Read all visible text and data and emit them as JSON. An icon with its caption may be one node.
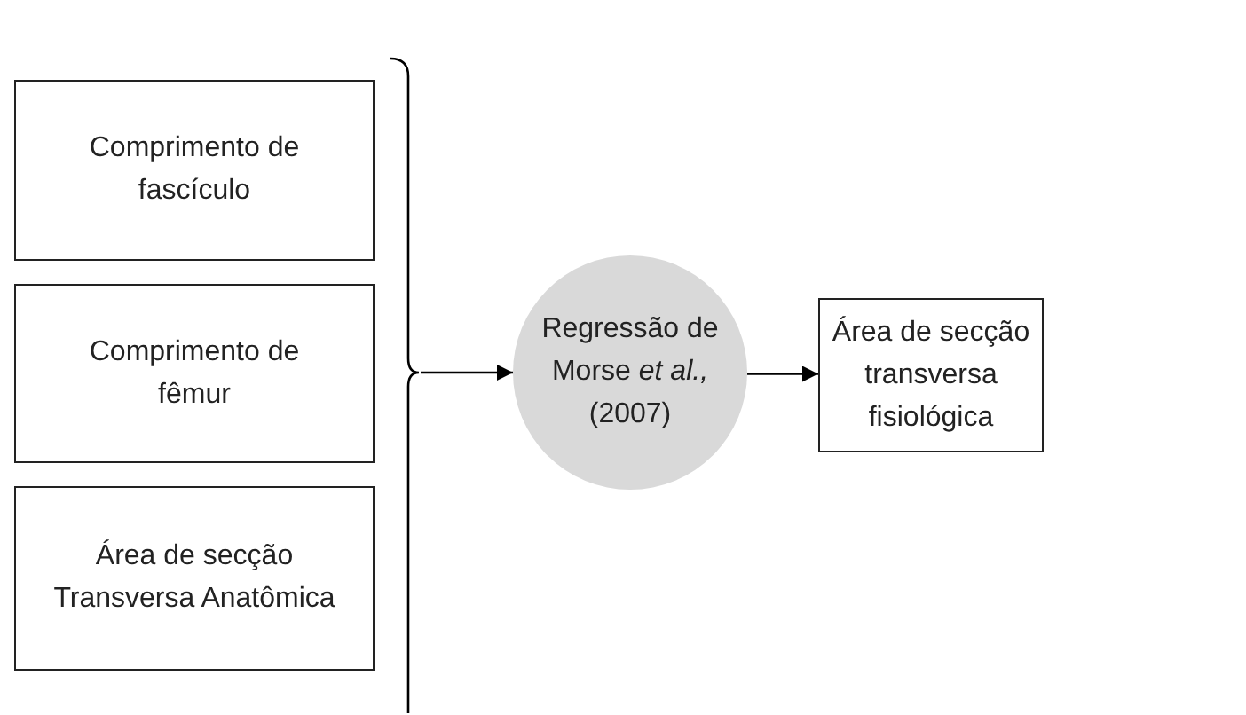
{
  "diagram": {
    "nodes": [
      {
        "text": [
          "Comprimento de fascículo"
        ]
      },
      {
        "text": [
          "Comprimento de fêmur"
        ]
      },
      {
        "text": [
          "Área de secção Transversa Anatômica"
        ]
      },
      {
        "text": [],
        "shape": "bracket"
      },
      {
        "text": [
          "Regressão de Morse *et al.,* (2007)"
        ]
      },
      {
        "text": [
          "Área de secção transversa fisiológica"
        ]
      }
    ],
    "edges": [
      {
        "from": 3,
        "to": 4,
        "arrow": "to"
      },
      {
        "from": 4,
        "to": 5,
        "arrow": "to"
      }
    ]
  }
}
